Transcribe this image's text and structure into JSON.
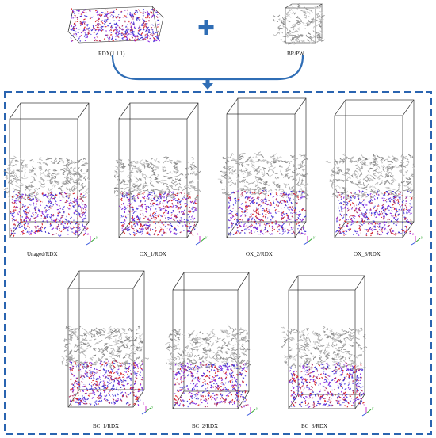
{
  "top": {
    "rdx_label": "RDX(1 1 1)",
    "binder_label": "BR/PW",
    "plus_symbol": "✚"
  },
  "systems": [
    {
      "label": "Unaged/RDX"
    },
    {
      "label": "OX_1/RDX"
    },
    {
      "label": "OX_2/RDX"
    },
    {
      "label": "OX_3/RDX"
    },
    {
      "label": "BC_1/RDX"
    },
    {
      "label": "BC_2/RDX"
    },
    {
      "label": "BC_3/RDX"
    }
  ],
  "axes": {
    "z": "z",
    "y": "y"
  },
  "colors": {
    "accent_blue": "#2f6db5",
    "dash_blue": "#2a64b0",
    "rdx_blue": "#3b2fd0",
    "rdx_red": "#d8242a",
    "rdx_purple": "#8a2be2",
    "binder_gray": "#8a8a8a",
    "box_line": "#333333"
  }
}
